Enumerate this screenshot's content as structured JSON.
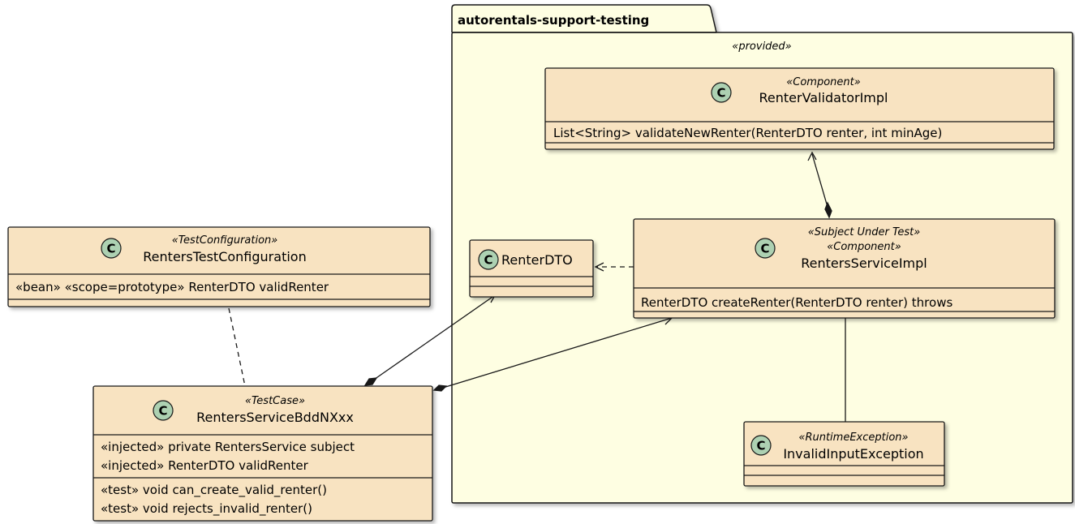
{
  "package": {
    "name": "autorentals-support-testing",
    "stereotype": "«provided»"
  },
  "colors": {
    "package_fill": "#FEFEE2",
    "class_fill": "#F8E3C1",
    "class_border": "#181818",
    "circle_fill": "#ADD1B2",
    "line": "#181818"
  },
  "class_icon_letter": "C",
  "classes": {
    "renter_validator_impl": {
      "stereotype": "«Component»",
      "name": "RenterValidatorImpl",
      "methods": [
        "List<String> validateNewRenter(RenterDTO renter, int minAge)"
      ]
    },
    "renters_service_impl": {
      "stereotypes": [
        "«Subject Under Test»",
        "«Component»"
      ],
      "name": "RentersServiceImpl",
      "methods": [
        "RenterDTO createRenter(RenterDTO renter) throws"
      ]
    },
    "renter_dto": {
      "name": "RenterDTO"
    },
    "invalid_input_exception": {
      "stereotype": "«RuntimeException»",
      "name": "InvalidInputException"
    },
    "renters_test_configuration": {
      "stereotype": "«TestConfiguration»",
      "name": "RentersTestConfiguration",
      "fields": [
        "«bean» «scope=prototype» RenterDTO validRenter"
      ]
    },
    "renters_service_bdd": {
      "stereotype": "«TestCase»",
      "name": "RentersServiceBddNXxx",
      "fields": [
        "«injected» private RentersService subject",
        "«injected» RenterDTO validRenter"
      ],
      "methods": [
        "«test» void can_create_valid_renter()",
        "«test» void rejects_invalid_renter()"
      ]
    }
  }
}
